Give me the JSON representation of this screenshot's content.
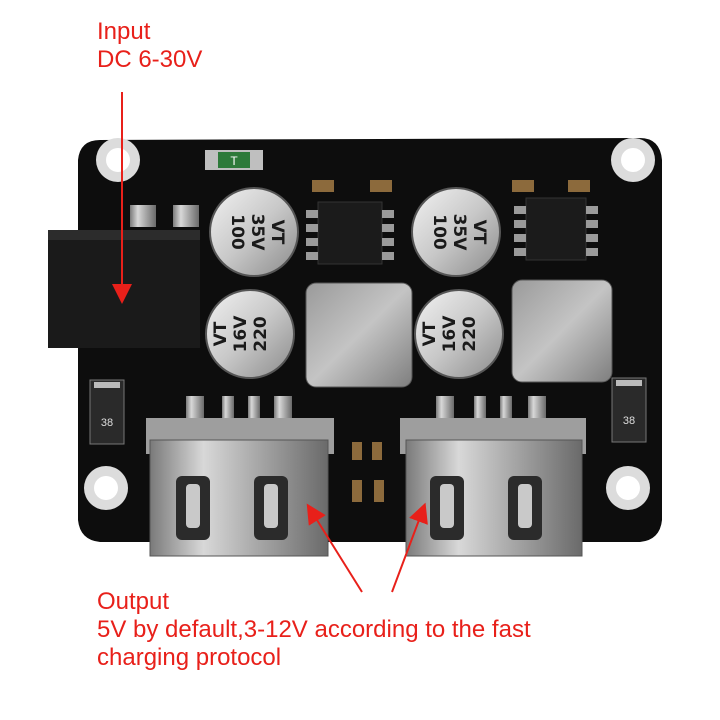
{
  "annotations": {
    "input": {
      "line1": "Input",
      "line2": "DC 6-30V"
    },
    "output": {
      "line1": "Output",
      "line2": "5V by default,3-12V according to the fast",
      "line3": "charging protocol"
    }
  },
  "components": {
    "left_top_cap": {
      "line1": "100",
      "line2": "35V",
      "line3": "VT"
    },
    "right_top_cap": {
      "line1": "100",
      "line2": "35V",
      "line3": "VT"
    },
    "left_bottom_cap": {
      "line1": "220",
      "line2": "16V",
      "line3": "VT"
    },
    "right_bottom_cap": {
      "line1": "220",
      "line2": "16V",
      "line3": "VT"
    },
    "led_label": "T",
    "diode_left_label": "38",
    "diode_right_label": "38"
  },
  "colors": {
    "annotation": "#e8201a",
    "pcb": "#111111",
    "metal": "#b8b8b8"
  }
}
